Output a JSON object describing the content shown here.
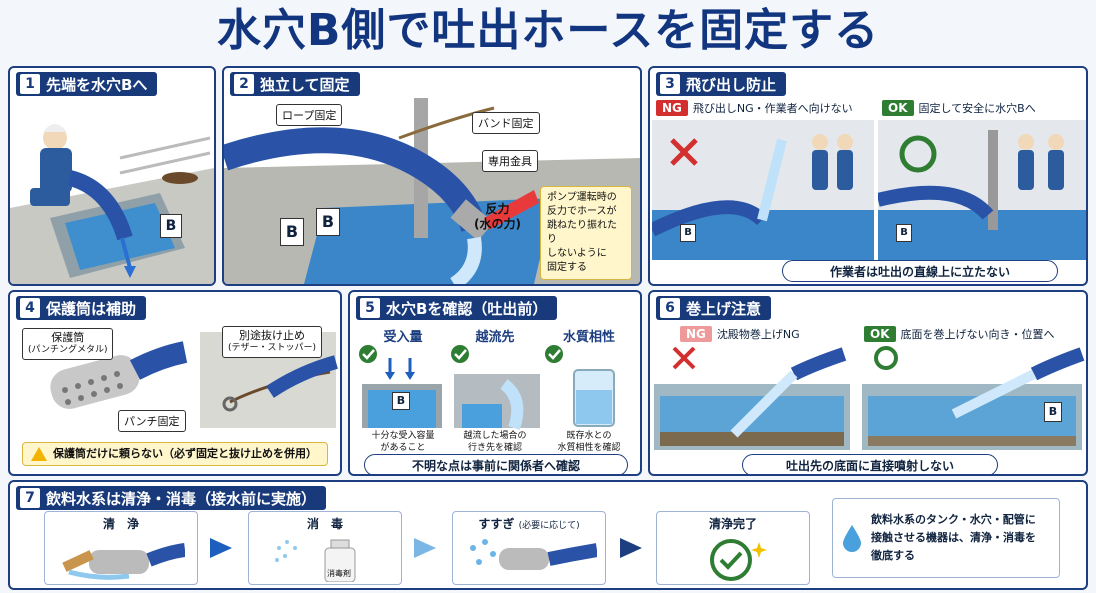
{
  "title": "水穴B側で吐出ホースを固定する",
  "p1": {
    "num": "1",
    "head": "先端を水穴Bへ",
    "b_label": "B"
  },
  "p2": {
    "num": "2",
    "head": "独立して固定",
    "rope": "ロープ固定",
    "band": "バンド固定",
    "fitting": "専用金具",
    "force_l1": "反力",
    "force_l2": "(水の力)",
    "note": [
      "ポンプ運転時の",
      "反力でホースが",
      "跳ねたり振れたり",
      "しないように",
      "固定する"
    ],
    "b1": "B",
    "b2": "B"
  },
  "p3": {
    "num": "3",
    "head": "飛び出し防止",
    "ng_badge": "NG",
    "ng_text": "飛び出しNG・作業者へ向けない",
    "ok_badge": "OK",
    "ok_text": "固定して安全に水穴Bへ",
    "b1": "B",
    "b2": "B",
    "bar": "作業者は吐出の直線上に立たない"
  },
  "p4": {
    "num": "4",
    "head": "保護筒は補助",
    "c1": "保護筒",
    "c1b": "(パンチングメタル)",
    "c2": "パンチ固定",
    "c3": "別途抜け止め",
    "c3b": "(テザー・ストッパー)",
    "warn": "保護筒だけに頼らない（必ず固定と抜け止めを併用）"
  },
  "p5": {
    "num": "5",
    "head": "水穴Bを確認（吐出前）",
    "cols": [
      {
        "h": "受入量",
        "cap": [
          "十分な受入容量",
          "があること"
        ]
      },
      {
        "h": "越流先",
        "cap": [
          "越流した場合の",
          "行き先を確認"
        ]
      },
      {
        "h": "水質相性",
        "cap": [
          "既存水との",
          "水質相性を確認"
        ]
      }
    ],
    "b": "B",
    "bar": "不明な点は事前に関係者へ確認"
  },
  "p6": {
    "num": "6",
    "head": "巻上げ注意",
    "ng_badge": "NG",
    "ng_text": "沈殿物巻上げNG",
    "ok_badge": "OK",
    "ok_text": "底面を巻上げない向き・位置へ",
    "b": "B",
    "bar": "吐出先の底面に直接噴射しない"
  },
  "p7": {
    "num": "7",
    "head": "飲料水系は清浄・消毒（接水前に実施）",
    "steps": [
      "清　浄",
      "消　毒",
      "すすぎ",
      "清浄完了"
    ],
    "rinse_note": "(必要に応じて)",
    "spray_label": "消毒剤",
    "info": [
      "飲料水系のタンク・水穴・配管に",
      "接触させる機器は、清浄・消毒を",
      "徹底する"
    ]
  },
  "colors": {
    "navy": "#183a7a",
    "hose": "#2a53a8",
    "water": "#4aa0dc",
    "ng": "#d32f2f",
    "ok": "#2e7d32"
  }
}
